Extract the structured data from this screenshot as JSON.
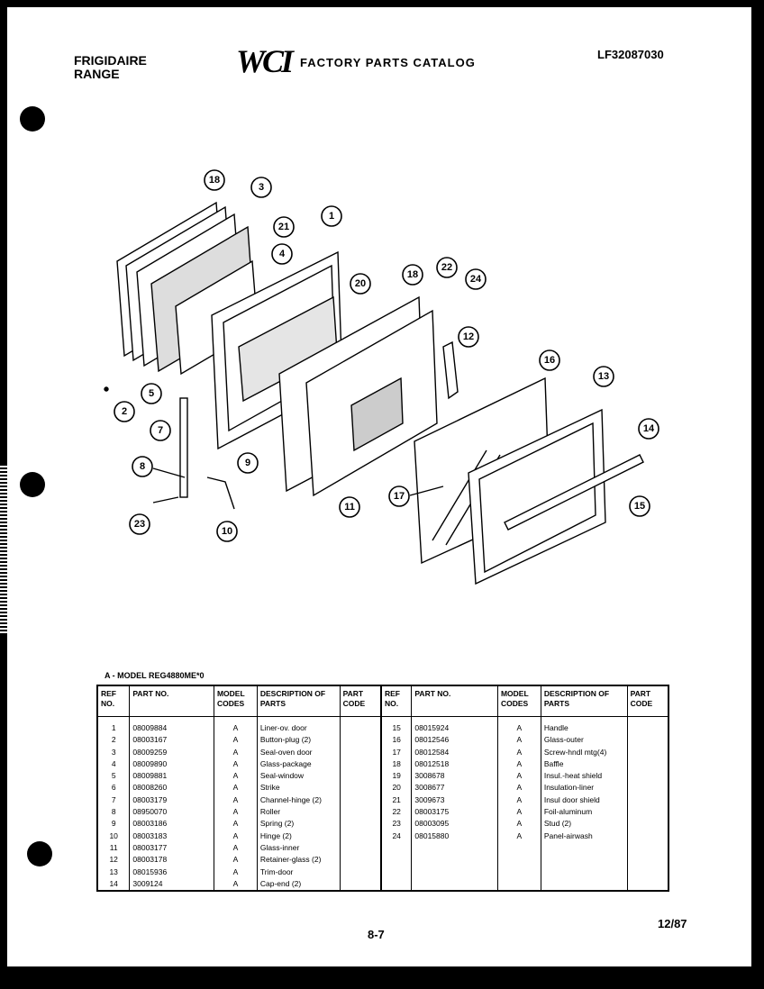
{
  "header": {
    "brand_line1": "FRIGIDAIRE",
    "brand_line2": "RANGE",
    "logo": "WCI",
    "catalog_title": "FACTORY PARTS CATALOG",
    "catalog_number": "LF32087030"
  },
  "diagram": {
    "callouts": [
      "18",
      "3",
      "21",
      "4",
      "1",
      "20",
      "18",
      "22",
      "24",
      "12",
      "16",
      "13",
      "14",
      "15",
      "2",
      "5",
      "7",
      "8",
      "9",
      "23",
      "10",
      "11",
      "17"
    ]
  },
  "model_line": "A - MODEL REG4880ME*0",
  "table": {
    "headers": {
      "ref": "REF NO.",
      "part": "PART NO.",
      "codes": "MODEL CODES",
      "desc": "DESCRIPTION OF PARTS",
      "pcode": "PART CODE"
    },
    "left": [
      {
        "ref": "1",
        "part": "08009884",
        "code": "A",
        "desc": "Liner-ov. door"
      },
      {
        "ref": "2",
        "part": "08003167",
        "code": "A",
        "desc": "Button-plug (2)"
      },
      {
        "ref": "3",
        "part": "08009259",
        "code": "A",
        "desc": "Seal-oven door"
      },
      {
        "ref": "4",
        "part": "08009890",
        "code": "A",
        "desc": "Glass-package"
      },
      {
        "ref": "5",
        "part": "08009881",
        "code": "A",
        "desc": "Seal-window"
      },
      {
        "ref": "6",
        "part": "08008260",
        "code": "A",
        "desc": "Strike"
      },
      {
        "ref": "7",
        "part": "08003179",
        "code": "A",
        "desc": "Channel-hinge (2)"
      },
      {
        "ref": "8",
        "part": "08950070",
        "code": "A",
        "desc": "Roller"
      },
      {
        "ref": "9",
        "part": "08003186",
        "code": "A",
        "desc": "Spring (2)"
      },
      {
        "ref": "10",
        "part": "08003183",
        "code": "A",
        "desc": "Hinge (2)"
      },
      {
        "ref": "11",
        "part": "08003177",
        "code": "A",
        "desc": "Glass-inner"
      },
      {
        "ref": "12",
        "part": "08003178",
        "code": "A",
        "desc": "Retainer-glass (2)"
      },
      {
        "ref": "13",
        "part": "08015936",
        "code": "A",
        "desc": "Trim-door"
      },
      {
        "ref": "14",
        "part": "3009124",
        "code": "A",
        "desc": "Cap-end (2)"
      }
    ],
    "right": [
      {
        "ref": "15",
        "part": "08015924",
        "code": "A",
        "desc": "Handle"
      },
      {
        "ref": "16",
        "part": "08012546",
        "code": "A",
        "desc": "Glass-outer"
      },
      {
        "ref": "17",
        "part": "08012584",
        "code": "A",
        "desc": "Screw-hndl mtg(4)"
      },
      {
        "ref": "18",
        "part": "08012518",
        "code": "A",
        "desc": "Baffle"
      },
      {
        "ref": "19",
        "part": "3008678",
        "code": "A",
        "desc": "Insul.-heat shield"
      },
      {
        "ref": "20",
        "part": "3008677",
        "code": "A",
        "desc": "Insulation-liner"
      },
      {
        "ref": "21",
        "part": "3009673",
        "code": "A",
        "desc": "Insul door shield"
      },
      {
        "ref": "22",
        "part": "08003175",
        "code": "A",
        "desc": "Foil-aluminum"
      },
      {
        "ref": "23",
        "part": "08003095",
        "code": "A",
        "desc": "Stud (2)"
      },
      {
        "ref": "24",
        "part": "08015880",
        "code": "A",
        "desc": "Panel-airwash"
      }
    ]
  },
  "footer": {
    "page": "8-7",
    "date": "12/87"
  }
}
